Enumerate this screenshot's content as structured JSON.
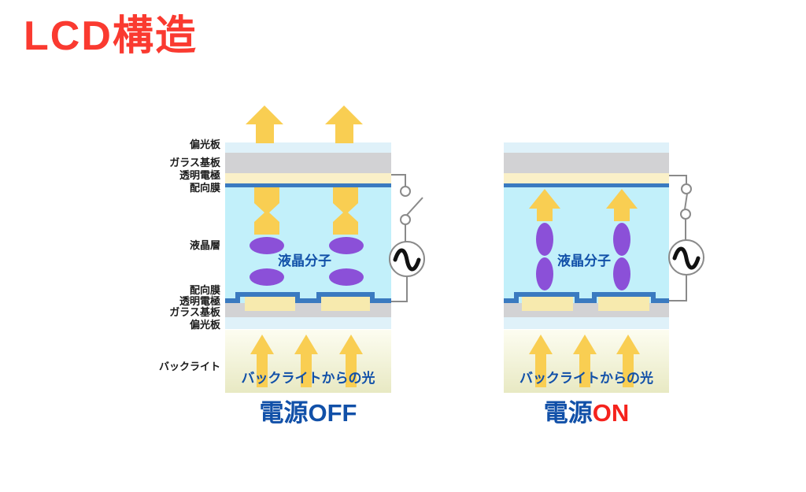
{
  "title": "LCD構造",
  "layer_labels": {
    "polarizer_top": "偏光板",
    "glass_top": "ガラス基板",
    "electrode_top": "透明電極",
    "film_top": "配向膜",
    "lc_layer": "液晶層",
    "film_bottom": "配向膜",
    "electrode_bottom": "透明電極",
    "glass_bottom": "ガラス基板",
    "polarizer_bottom": "偏光板",
    "backlight": "バックライト"
  },
  "panel_off": {
    "molecules_label": "液晶分子",
    "backlight_light": "バックライトからの光",
    "caption_prefix": "電源",
    "caption_state": "OFF"
  },
  "panel_on": {
    "molecules_label": "液晶分子",
    "backlight_light": "バックライトからの光",
    "caption_prefix": "電源",
    "caption_state": "ON"
  },
  "colors": {
    "title_red": "#fa3a30",
    "text_blue": "#1150a8",
    "state_on_red": "#f5231d",
    "lc_cyan": "#c2f0fa",
    "polarizer_blue": "#dff1f9",
    "glass_gray": "#d2d2d4",
    "electrode_cream": "#faf0c8",
    "electrode_pad_yellow": "#f7eaae",
    "film_blue": "#3a7ac0",
    "arrow_yellow": "#f9ce52",
    "molecule_purple": "#8b50d8",
    "backlight_gradient_bottom": "#e8e9c3",
    "wire_gray": "#8a8a8a"
  }
}
